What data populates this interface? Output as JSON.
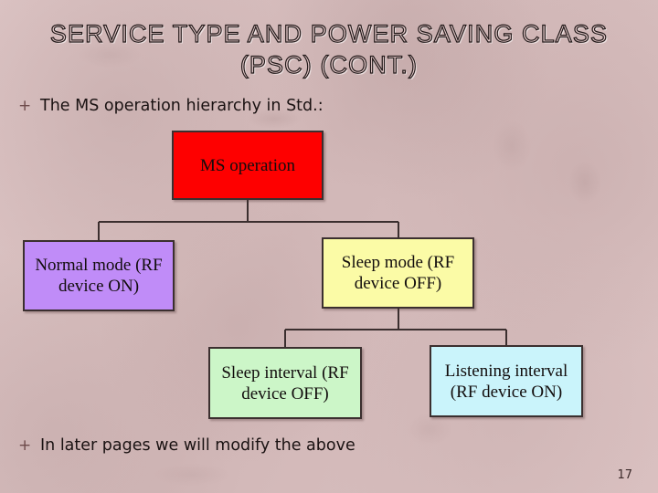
{
  "slide": {
    "title": "SERVICE TYPE AND POWER SAVING CLASS\n(PSC) (CONT.)",
    "page_number": "17",
    "background_color": "#d8bdbd",
    "title_fill_color": "#e3c9c9",
    "title_outline_color": "#231a1a"
  },
  "bullets": [
    {
      "mark": "+",
      "text": "The MS operation hierarchy in Std.:"
    },
    {
      "mark": "+",
      "text": "In later pages we will modify the above"
    }
  ],
  "diagram": {
    "type": "hierarchy-tree",
    "nodes": [
      {
        "id": "ms-operation",
        "label": "MS operation",
        "color": "#fe0000",
        "level": 0
      },
      {
        "id": "normal-mode",
        "label": "Normal mode (RF\ndevice ON)",
        "color": "#c08cf8",
        "level": 1
      },
      {
        "id": "sleep-mode",
        "label": "Sleep mode (RF\ndevice OFF)",
        "color": "#fbfba6",
        "level": 1
      },
      {
        "id": "sleep-interval",
        "label": "Sleep interval (RF\ndevice OFF)",
        "color": "#ccf6c8",
        "level": 2
      },
      {
        "id": "listening-interval",
        "label": "Listening interval\n(RF device ON)",
        "color": "#caf4fb",
        "level": 2
      }
    ],
    "edges": [
      {
        "from": "ms-operation",
        "to": "normal-mode"
      },
      {
        "from": "ms-operation",
        "to": "sleep-mode"
      },
      {
        "from": "sleep-mode",
        "to": "sleep-interval"
      },
      {
        "from": "sleep-mode",
        "to": "listening-interval"
      }
    ],
    "connector_color": "#3b2f2f"
  }
}
